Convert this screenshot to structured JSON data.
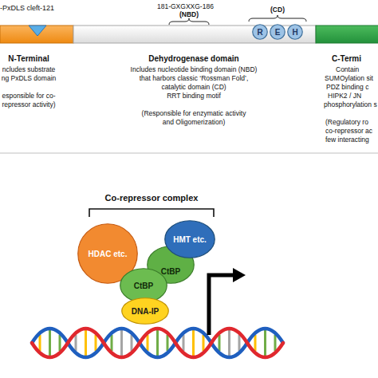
{
  "diagram": {
    "nodes": [
      {
        "text": [
          "R"
        ]
      },
      {
        "text": [
          "E"
        ]
      },
      {
        "text": [
          "H"
        ]
      },
      {
        "text": [
          "HDAC etc."
        ]
      },
      {
        "text": [
          "HMT etc."
        ]
      },
      {
        "text": [
          "CtBP"
        ]
      },
      {
        "text": [
          "CtBP"
        ]
      },
      {
        "text": [
          "DNA-IP"
        ]
      }
    ],
    "labels": [
      "-PxDLS cleft-121",
      "181-GXGXXG-186",
      "(NBD)",
      "(CD)",
      "N-Terminal",
      "ncludes substrate ng PxDLS domain",
      "esponsible for co- repressor activity)",
      "Dehydrogenase domain",
      "Includes nucleotide binding domain (NBD) that harbors classic ‘Rossman Fold’,",
      "catalytic domain (CD)",
      "RRT binding motif",
      "(Responsible for enzymatic activity and Oligomerization)",
      "C-Termi",
      "Contain",
      "SUMOylation sit",
      "PDZ binding c",
      "HIPK2 / JN",
      "phosphorylation s",
      "(Regulatory ro co-repressor ac few interacting",
      "Co-repressor complex"
    ]
  }
}
